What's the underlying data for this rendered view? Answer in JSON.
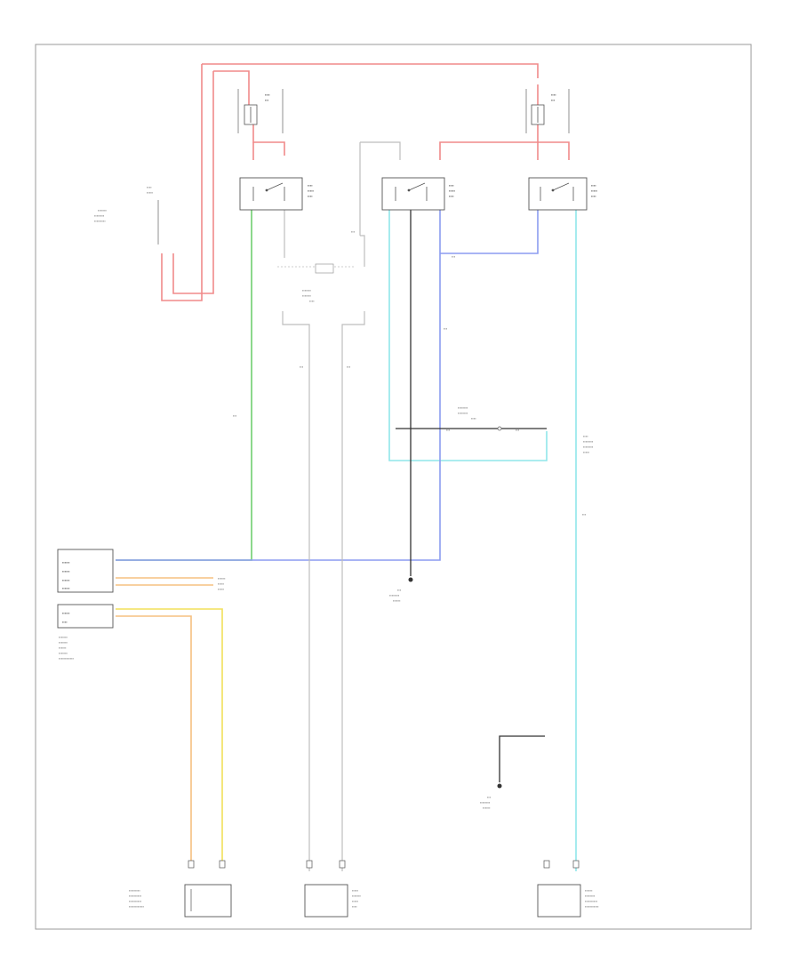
{
  "diagram": {
    "footer_code": "",
    "colors": {
      "power_red": "#f08a8a",
      "green": "#6fcf6f",
      "cyan": "#8fe6ea",
      "blue": "#8c9cf0",
      "yellow": "#f2e05a",
      "orange": "#f5c080",
      "gray": "#bdbdbd",
      "black": "#333333",
      "frame": "#9a9a9a"
    },
    "components": [
      {
        "id": "fuse-left",
        "label": ""
      },
      {
        "id": "fuse-right",
        "label": ""
      },
      {
        "id": "relay-1",
        "label": ""
      },
      {
        "id": "relay-2",
        "label": ""
      },
      {
        "id": "relay-3",
        "label": ""
      },
      {
        "id": "underhood-fuse-block",
        "label": ""
      },
      {
        "id": "left-cooling-fan",
        "label": ""
      },
      {
        "id": "right-cooling-fan",
        "label": ""
      },
      {
        "id": "engine-control-module",
        "label": ""
      },
      {
        "id": "pressure-sensor",
        "label": ""
      },
      {
        "id": "left-sensor",
        "label": ""
      },
      {
        "id": "right-sensor",
        "label": ""
      },
      {
        "id": "ground-1",
        "label": ""
      },
      {
        "id": "ground-2",
        "label": ""
      }
    ]
  }
}
